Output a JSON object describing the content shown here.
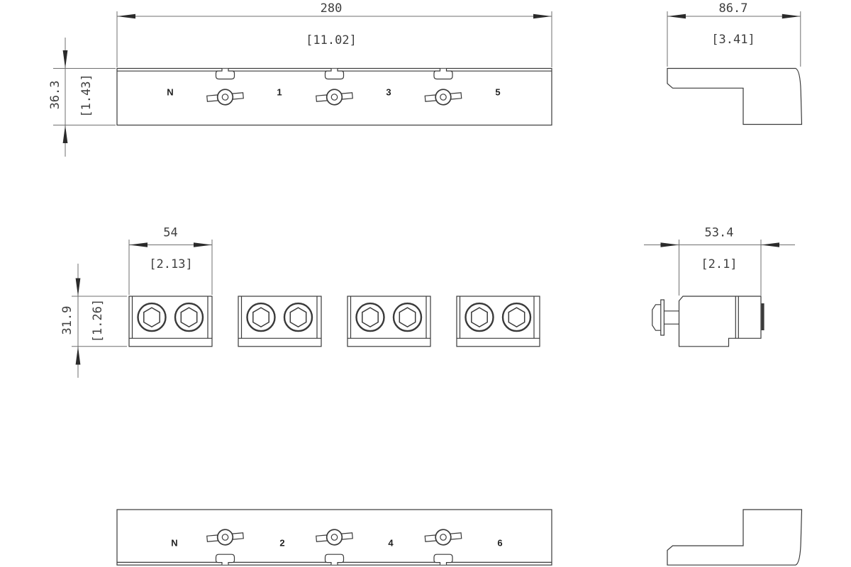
{
  "drawing": {
    "kind": "terminal-block-dimension-drawing",
    "colors": {
      "background": "#ffffff",
      "outline": "#3a3a3a",
      "dimension_lines": "#6f6f6f",
      "dimension_text": "#3f3f3f",
      "label_text": "#1f1f1f"
    },
    "views": {
      "busbar_top": {
        "width_mm": "280",
        "width_in": "[11.02]",
        "height_mm": "36.3",
        "height_in": "[1.43]",
        "terminal_labels": [
          "N",
          "1",
          "3",
          "5"
        ]
      },
      "end_profile_top": {
        "width_mm": "86.7",
        "width_in": "[3.41]"
      },
      "block_front": {
        "width_mm": "54",
        "width_in": "[2.13]",
        "height_mm": "31.9",
        "height_in": "[1.26]"
      },
      "block_side": {
        "width_mm": "53.4",
        "width_in": "[2.1]"
      },
      "busbar_bottom": {
        "terminal_labels": [
          "N",
          "2",
          "4",
          "6"
        ]
      }
    }
  }
}
